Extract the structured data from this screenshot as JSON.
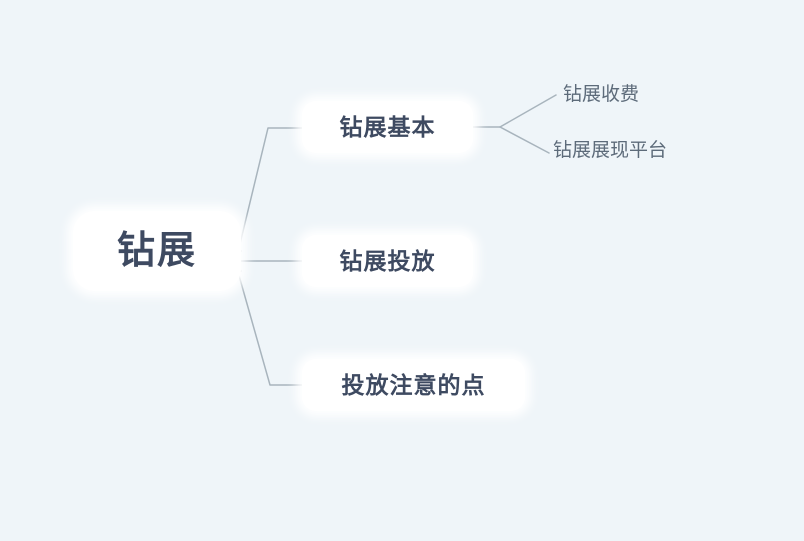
{
  "canvas": {
    "background_color": "#eff5f9",
    "connector_color": "#a8b4bd",
    "node_fill_color": "#ffffff",
    "node_text_color": "#3e4a61",
    "leaf_text_color": "#5d6b7a"
  },
  "mindmap": {
    "root": {
      "label": "钻展"
    },
    "branches": [
      {
        "label": "钻展基本",
        "children": [
          {
            "label": "钻展收费"
          },
          {
            "label": "钻展展现平台"
          }
        ]
      },
      {
        "label": "钻展投放",
        "children": []
      },
      {
        "label": "投放注意的点",
        "children": []
      }
    ]
  }
}
